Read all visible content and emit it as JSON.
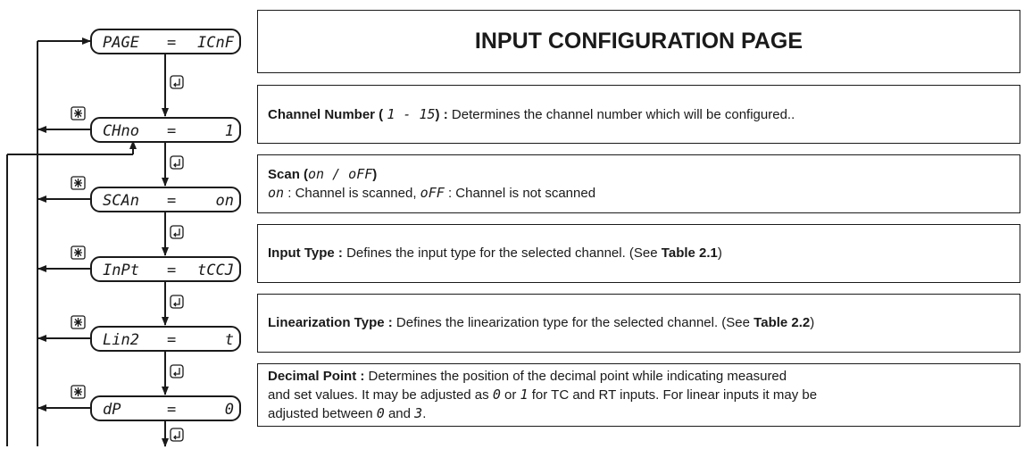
{
  "title": "INPUT CONFIGURATION PAGE",
  "steps": [
    {
      "name": "PAGE",
      "value": "ICnF"
    },
    {
      "name": "CHno",
      "value": "1"
    },
    {
      "name": "SCAn",
      "value": "on"
    },
    {
      "name": "InPt",
      "value": "tCCJ"
    },
    {
      "name": "Lin2",
      "value": "t"
    },
    {
      "name": "dP",
      "value": "0"
    }
  ],
  "channel_number": {
    "label": "Channel Number (",
    "range": "1 - 15",
    "suffix": ") :",
    "text": "Determines the channel number which will be configured.."
  },
  "scan": {
    "label": "Scan (",
    "options": "on / oFF",
    "suffix": ")",
    "on_code": "on",
    "on_text": ": Channel is scanned,",
    "off_code": "oFF",
    "off_text": ": Channel is not scanned"
  },
  "input_type": {
    "label": "Input Type :",
    "text": "Defines the input type for the selected channel. (See",
    "ref": "Table 2.1",
    "close": ")"
  },
  "linearization": {
    "label": "Linearization Type :",
    "text": "Defines the linearization type for the selected channel. (See",
    "ref": "Table 2.2",
    "close": ")"
  },
  "decimal_point": {
    "label": "Decimal Point :",
    "text1": "Determines the position of the decimal point while indicating measured",
    "text2a": "and set values. It may be adjusted as",
    "v0": "0",
    "or": "or",
    "v1": "1",
    "text2b": "for TC and RT inputs. For linear inputs it may be",
    "text3a": "adjusted between",
    "v2": "0",
    "and": "and",
    "v3": "3",
    "period": "."
  },
  "colors": {
    "ink": "#1a1a1a"
  }
}
